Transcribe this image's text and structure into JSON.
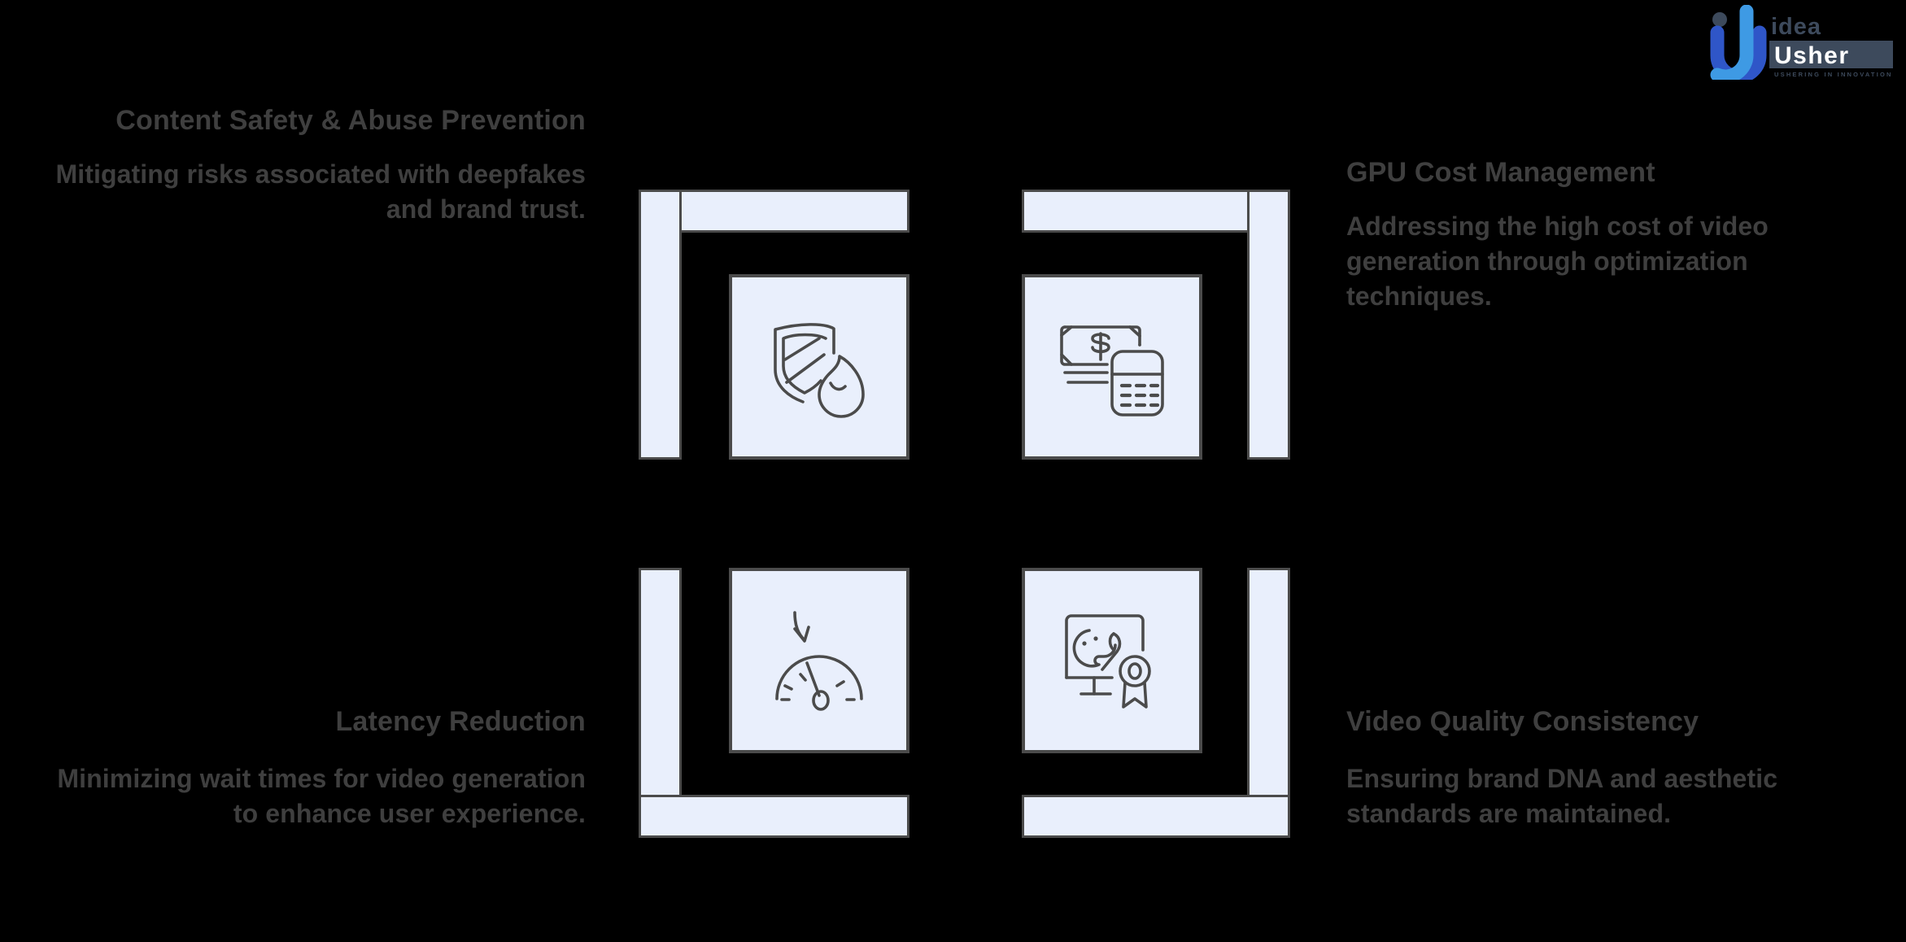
{
  "logo": {
    "brand_top": "Idea",
    "brand_bottom": "Usher",
    "tagline": "USHERING IN INNOVATION",
    "mark_color_dark": "#2f56c8",
    "mark_color_light": "#3e9ae4",
    "text_color_dark": "#3d4a5c",
    "text_color_light": "#ffffff"
  },
  "colors": {
    "background": "#000000",
    "panel_fill": "#e9effc",
    "panel_border": "#4b4b4b",
    "text": "#3f3f3f",
    "icon_stroke": "#4b4b4b"
  },
  "quadrants": [
    {
      "id": "content-safety",
      "position": "top-left",
      "title": "Content Safety & Abuse Prevention",
      "description": "Mitigating risks associated with deepfakes and brand trust.",
      "icon": "shield-flame-icon"
    },
    {
      "id": "gpu-cost",
      "position": "top-right",
      "title": "GPU Cost Management",
      "description": "Addressing the high cost of video generation through optimization techniques.",
      "icon": "money-calculator-icon"
    },
    {
      "id": "latency",
      "position": "bottom-left",
      "title": "Latency Reduction",
      "description": "Minimizing wait times for video generation to enhance user experience.",
      "icon": "speedometer-arrow-icon"
    },
    {
      "id": "video-quality",
      "position": "bottom-right",
      "title": "Video Quality Consistency",
      "description": "Ensuring brand DNA and aesthetic standards are maintained.",
      "icon": "monitor-palette-award-icon"
    }
  ]
}
